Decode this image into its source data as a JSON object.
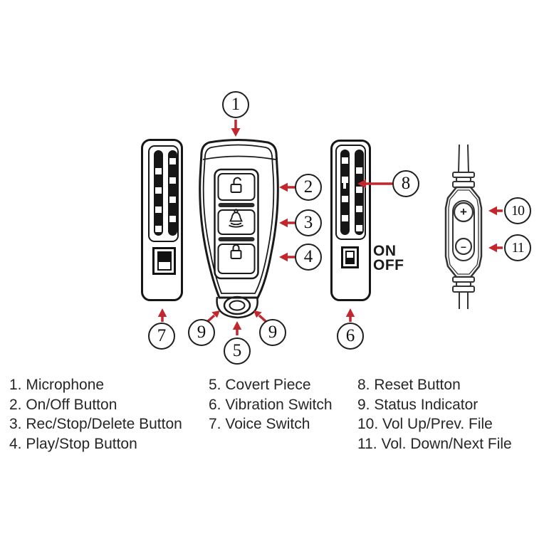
{
  "callouts": {
    "n1": "1",
    "n2": "2",
    "n3": "3",
    "n4": "4",
    "n5": "5",
    "n6": "6",
    "n7": "7",
    "n8": "8",
    "n9": "9",
    "n10": "10",
    "n11": "11"
  },
  "switch_labels": {
    "on": "ON",
    "off": "OFF"
  },
  "remote": {
    "vol_up_symbol": "+",
    "vol_down_symbol": "−"
  },
  "legend": {
    "col1": [
      "1. Microphone",
      "2. On/Off Button",
      "3. Rec/Stop/Delete Button",
      "4. Play/Stop Button"
    ],
    "col2": [
      "5. Covert Piece",
      "6. Vibration Switch",
      "7. Voice Switch"
    ],
    "col3": [
      "8. Reset Button",
      "9. Status Indicator",
      "10. Vol Up/Prev. File",
      "11. Vol. Down/Next File"
    ]
  },
  "icons": {
    "fob_button_top": "unlock-icon",
    "fob_button_middle": "bell-icon",
    "fob_button_bottom": "lock-icon",
    "left_view": "microphone-grille",
    "right_view": "speaker-grille"
  },
  "colors": {
    "accent_red": "#c1272d",
    "line": "#1a1a1a",
    "background": "#ffffff"
  }
}
